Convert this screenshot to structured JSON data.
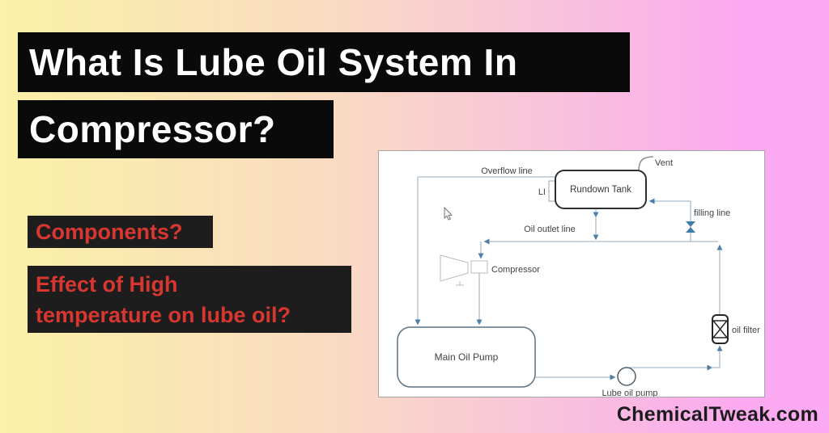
{
  "title": {
    "line1": "What Is Lube Oil System In",
    "line2": "Compressor?"
  },
  "questions": [
    {
      "lines": [
        "Components?"
      ]
    },
    {
      "lines": [
        "Effect of High",
        "temperature on lube oil?"
      ]
    }
  ],
  "watermark": "ChemicalTweak.com",
  "colors": {
    "bg_gradient_left": "#fbf1a7",
    "bg_gradient_mid": "#f8d3c9",
    "bg_gradient_right": "#fba9f0",
    "title_box_bg": "#0a0a0a",
    "title_text": "#ffffff",
    "question_box_bg": "#1d1d1d",
    "question_text": "#d83731",
    "diagram_panel_bg": "#ffffff",
    "diagram_line": "#93a9ba",
    "diagram_arrow": "#4d7ea8",
    "equipment_border_dark": "#2e2e2e",
    "watermark_text": "#1c1c1c"
  },
  "diagram": {
    "labels": {
      "overflow_line": "Overflow line",
      "vent": "Vent",
      "level_indicator": "LI",
      "rundown_tank": "Rundown Tank",
      "filling_line": "filling line",
      "oil_outlet_line": "Oil outlet line",
      "compressor": "Compressor",
      "main_oil_pump": "Main Oil Pump",
      "oil_filter": "oil filter",
      "lube_oil_pump": "Lube oil pump"
    }
  }
}
